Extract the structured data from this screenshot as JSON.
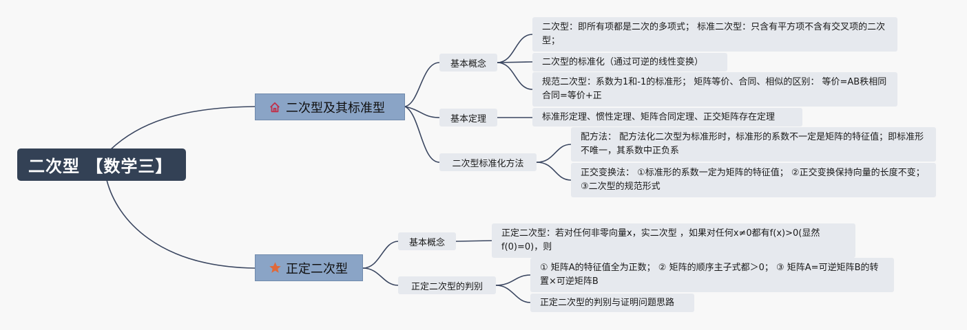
{
  "root": {
    "label": "二次型 【数学三】"
  },
  "branch1": {
    "label": "二次型及其标准型",
    "icon": "home-icon",
    "icon_color": "#c0304a",
    "groups": [
      {
        "label": "基本概念",
        "items": [
          "二次型：即所有项都是二次的多项式； 标准二次型：只含有平方项不含有交叉项的二次型；",
          "二次型的标准化（通过可逆的线性变换）",
          "规范二次型：系数为1和-1的标准形； 矩阵等价、合同、相似的区别： 等价=AB秩相同 合同=等价+正"
        ]
      },
      {
        "label": "基本定理",
        "items": [
          "标准形定理、惯性定理、矩阵合同定理、正交矩阵存在定理"
        ]
      },
      {
        "label": "二次型标准化方法",
        "items": [
          "配方法： 配方法化二次型为标准形时，标准形的系数不一定是矩阵的特征值；即标准形不唯一，其系数中正负系",
          "正交变换法： ①标准形的系数一定为矩阵的特征值； ②正交变换保持向量的长度不变； ③二次型的规范形式"
        ]
      }
    ]
  },
  "branch2": {
    "label": "正定二次型",
    "icon": "star-icon",
    "icon_color": "#e0693a",
    "groups": [
      {
        "label": "基本概念",
        "items": [
          "正定二次型：若对任何非零向量x，实二次型 ，如果对任何x≠0都有f(x)>0(显然f(0)=0)，则"
        ]
      },
      {
        "label": "正定二次型的判别",
        "items": [
          "① 矩阵A的特征值全为正数； ② 矩阵的顺序主子式都＞0； ③ 矩阵A=可逆矩阵B的转置×可逆矩阵B",
          "正定二次型的判别与证明问题思路"
        ]
      }
    ]
  },
  "colors": {
    "line": "#3a4660",
    "root_bg": "#334155",
    "branch_bg": "#8aa4c6",
    "leaf_bg": "#e6e9ee"
  }
}
